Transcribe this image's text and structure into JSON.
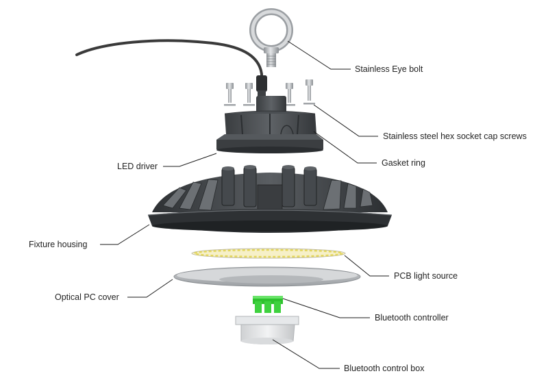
{
  "labels": {
    "eye_bolt": "Stainless Eye bolt",
    "cap_screws": "Stainless steel hex socket cap screws",
    "gasket_ring": "Gasket ring",
    "led_driver": "LED driver",
    "fixture_housing": "Fixture housing",
    "pcb_light_source": "PCB light source",
    "optical_pc_cover": "Optical PC cover",
    "bluetooth_controller": "Bluetooth controller",
    "bluetooth_control_box": "Bluetooth control box"
  },
  "colors": {
    "housing_dark": "#3d4043",
    "housing_mid": "#55595d",
    "metal_light": "#c9cbcd",
    "pcb_yellow": "#e8dc6a",
    "controller_green": "#3ed13e",
    "leader_line": "#1a1a1a"
  }
}
